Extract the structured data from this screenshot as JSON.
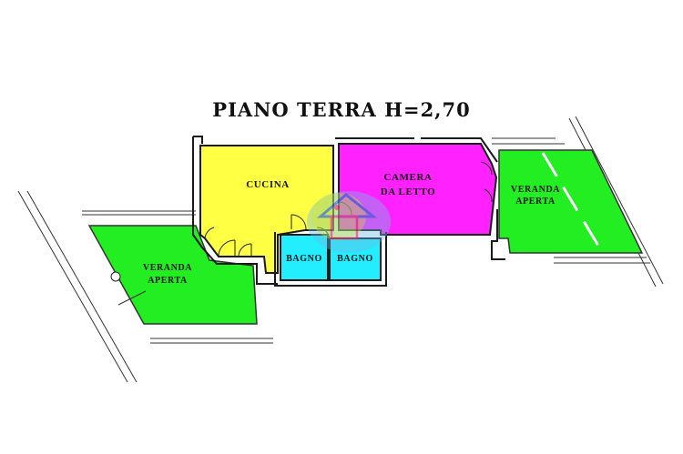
{
  "title": "PIANO TERRA H=2,70",
  "rooms": {
    "cucina": {
      "label": "CUCINA",
      "color": "#ffff44"
    },
    "camera": {
      "label_line1": "CAMERA",
      "label_line2": "DA LETTO",
      "color": "#ff22ff"
    },
    "bagno1": {
      "label": "BAGNO",
      "color": "#22eeff"
    },
    "bagno2": {
      "label": "BAGNO",
      "color": "#22eeff"
    },
    "veranda_left": {
      "label_line1": "VERANDA",
      "label_line2": "APERTA",
      "color": "#22ee22"
    },
    "veranda_right": {
      "label_line1": "VERANDA",
      "label_line2": "APERTA",
      "color": "#22ee22"
    }
  },
  "logo": {
    "name": "house-logo-icon"
  }
}
